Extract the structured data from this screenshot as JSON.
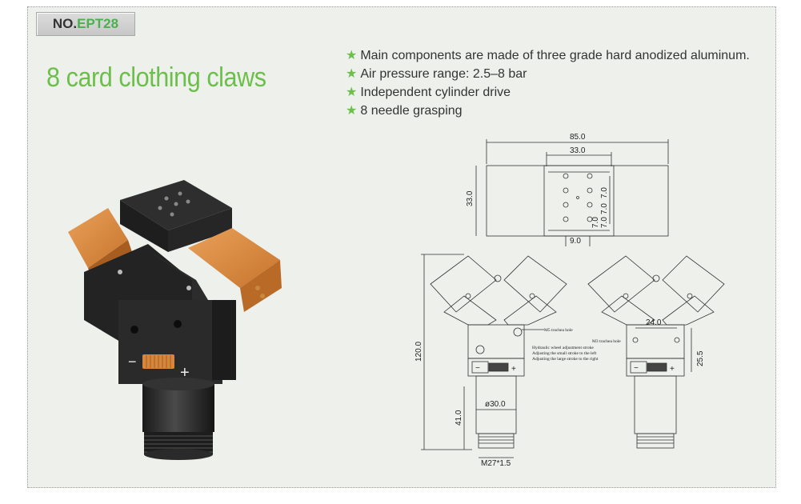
{
  "badge": {
    "prefix": "NO.",
    "code": "EPT28"
  },
  "title": "8 card clothing claws",
  "features": [
    "Main components are made of three grade hard anodized aluminum.",
    "Air pressure range: 2.5–8 bar",
    "Independent cylinder drive",
    "8 needle grasping"
  ],
  "icons": {
    "feature_bullet": "star-icon"
  },
  "colors": {
    "accent": "#6cbf4a",
    "frame_bg": "#eef0ec",
    "body": "#2b2b2b",
    "cover": "#d7873b"
  },
  "product": {
    "minus_label": "−",
    "plus_label": "+"
  },
  "drawing": {
    "width_overall": "85.0",
    "width_inner": "33.0",
    "height_top": "33.0",
    "pitch_1": "7.0",
    "pitch_2": "7.0",
    "pitch_3": "7.0",
    "pitch_4": "7.0",
    "gap": "9.0",
    "height_overall": "120.0",
    "height_lower": "41.0",
    "diameter": "ø30.0",
    "thread": "M27*1.5",
    "hole_spacing": "24.0",
    "side_height": "25.5",
    "note_m5": "M5 trachea hole",
    "note_m3": "M3 trachea hole",
    "note_stroke_1": "Hydraulic wheel adjustment stroke",
    "note_stroke_2": "Adjusting the small stroke to the left",
    "note_stroke_3": "Adjusting the large stroke to the right",
    "minus": "−",
    "plus": "+"
  }
}
